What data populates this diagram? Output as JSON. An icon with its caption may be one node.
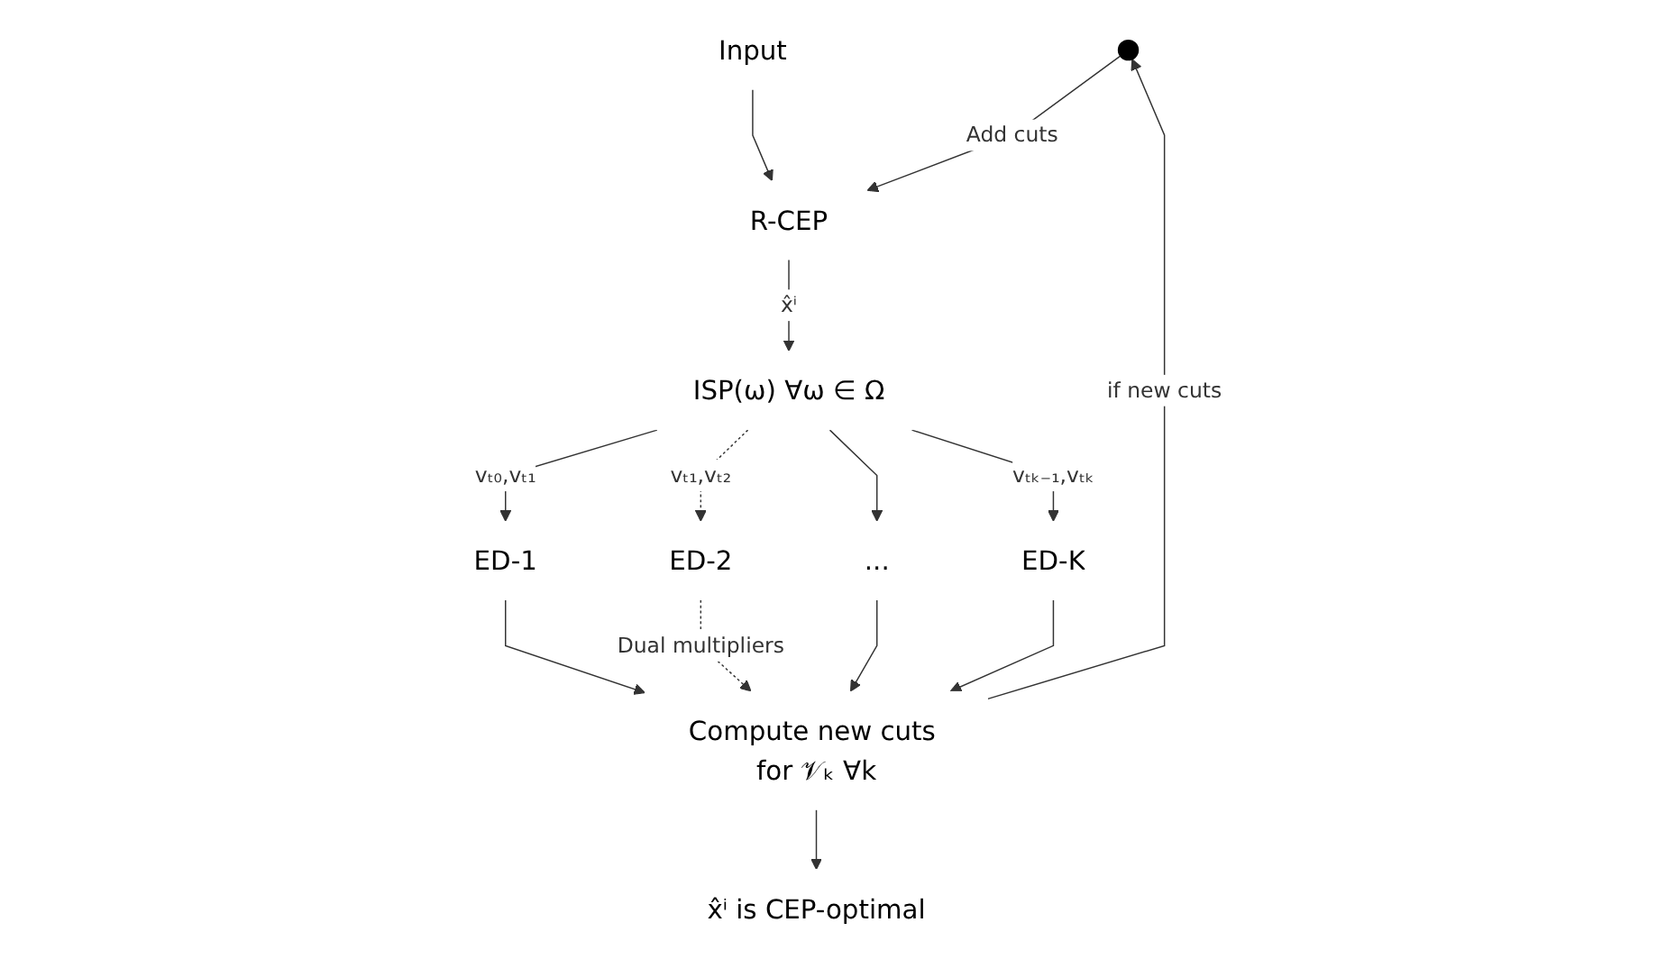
{
  "diagram": {
    "nodes": [
      {
        "text": [
          "Input"
        ]
      },
      {
        "text": [
          "R-CEP"
        ]
      },
      {
        "text": [
          "ISP(ω) ∀ω ∈ Ω"
        ]
      },
      {
        "text": [
          "ED-1"
        ]
      },
      {
        "text": [
          "ED-2"
        ]
      },
      {
        "text": [
          "..."
        ]
      },
      {
        "text": [
          "ED-K"
        ]
      },
      {
        "text": [
          "Compute new cuts for 𝒱ₖ ∀k"
        ]
      },
      {
        "text": [],
        "shape": "circle"
      },
      {
        "text": [
          "x̂ⁱ is CEP-optimal"
        ]
      }
    ],
    "edges": [
      {
        "from": 0,
        "to": 1,
        "arrow": "to"
      },
      {
        "from": 1,
        "to": 2,
        "arrow": "to",
        "label": "x̂ⁱ"
      },
      {
        "from": 2,
        "to": 3,
        "arrow": "to",
        "label": "vₜ₀,vₜ₁"
      },
      {
        "from": 2,
        "to": 4,
        "arrow": "to",
        "label": "vₜ₁,vₜ₂",
        "style": "dashed"
      },
      {
        "from": 2,
        "to": 5,
        "arrow": "to"
      },
      {
        "from": 2,
        "to": 6,
        "arrow": "to",
        "label": "vₜₖ₋₁,vₜₖ"
      },
      {
        "from": 3,
        "to": 7,
        "arrow": "to"
      },
      {
        "from": 4,
        "to": 7,
        "arrow": "to",
        "label": "Dual multipliers",
        "style": "dashed"
      },
      {
        "from": 5,
        "to": 7,
        "arrow": "to"
      },
      {
        "from": 6,
        "to": 7,
        "arrow": "to"
      },
      {
        "from": 7,
        "to": 8,
        "arrow": "to",
        "label": "if new cuts"
      },
      {
        "from": 8,
        "to": 1,
        "arrow": "to",
        "label": "Add cuts"
      },
      {
        "from": 7,
        "to": 9,
        "arrow": "to"
      }
    ]
  }
}
